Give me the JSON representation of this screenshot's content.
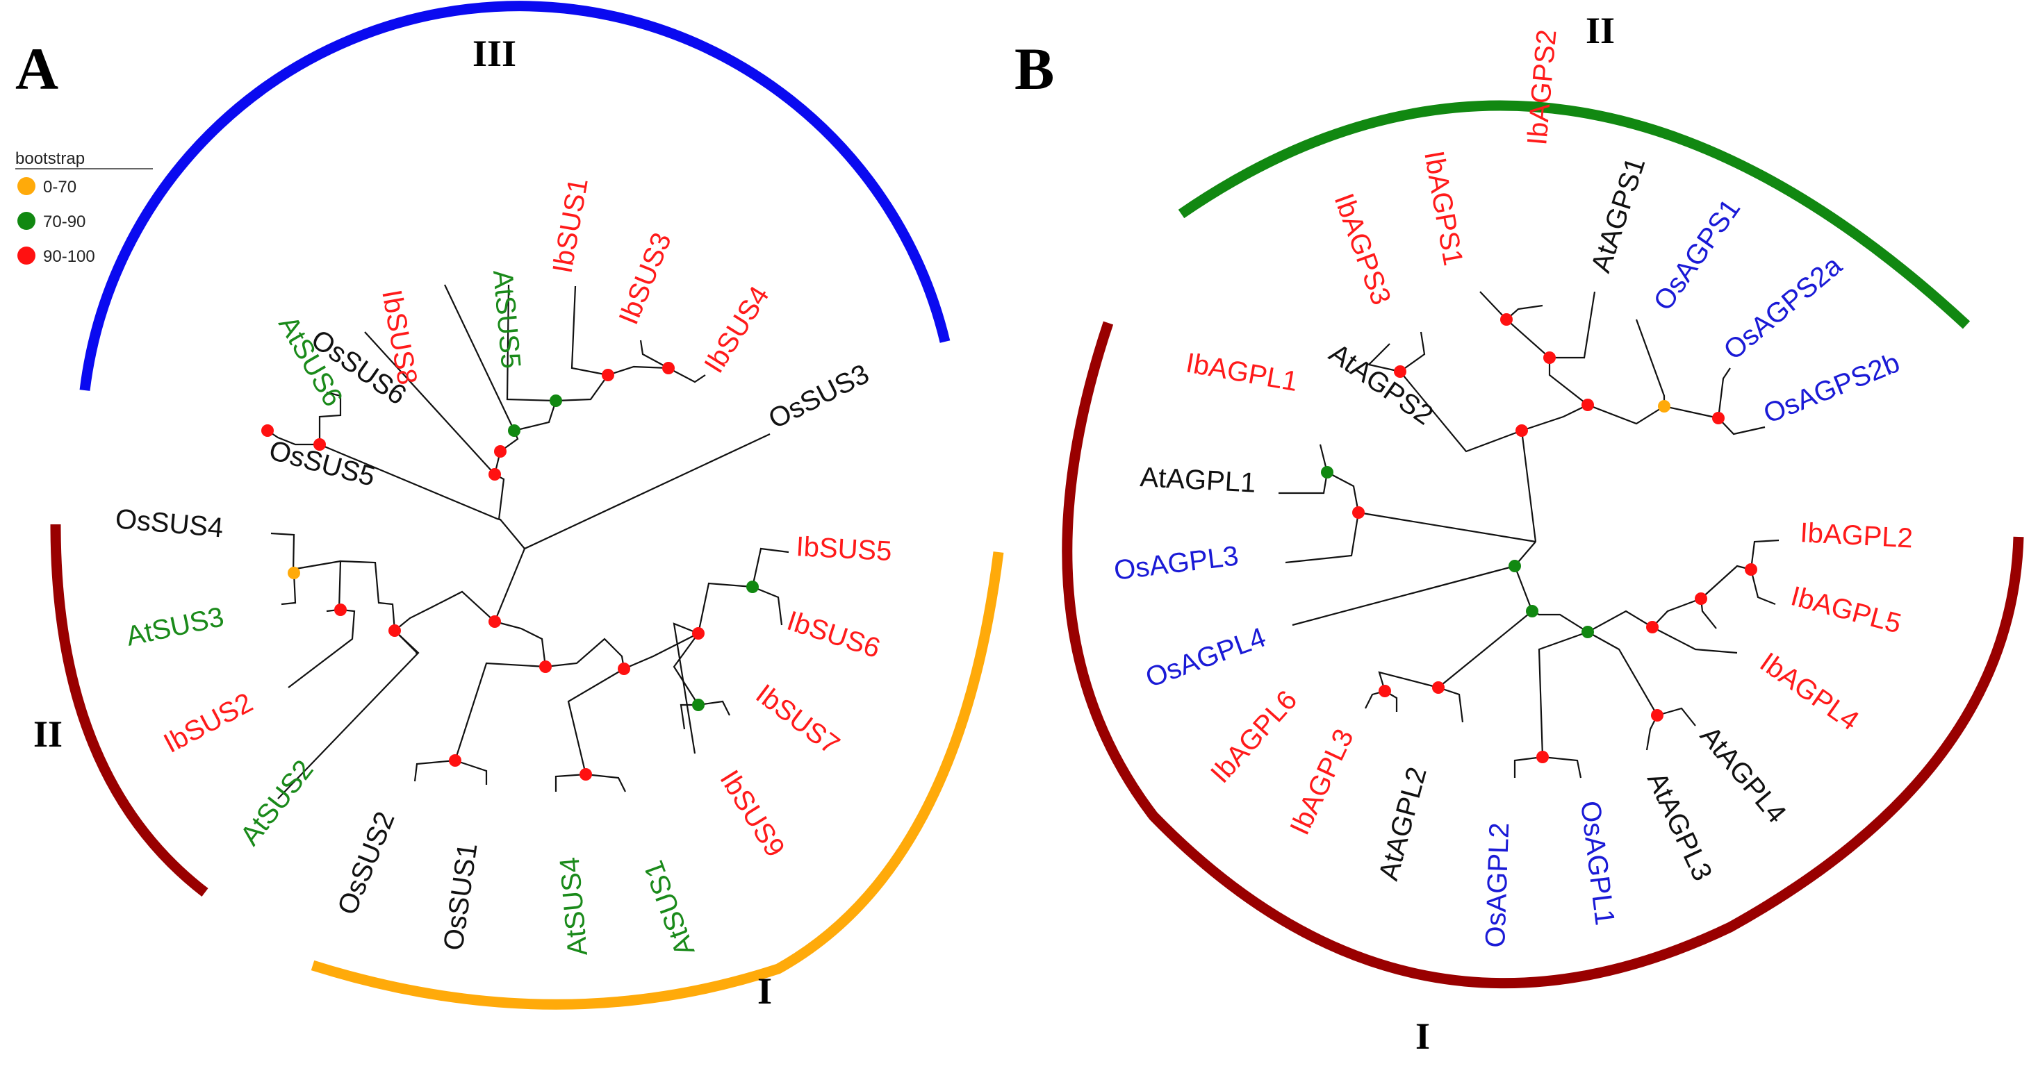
{
  "colors": {
    "ib": "#ff1a1a",
    "at_a": "#1a8a1a",
    "os_a": "#111111",
    "at_b": "#111111",
    "os_b": "#1a1ad6",
    "clade_blue": "#0a0af0",
    "clade_darkred": "#990000",
    "clade_orange": "#ffaa0a",
    "clade_green": "#118811",
    "boot_low": "#ffaa0a",
    "boot_mid": "#118811",
    "boot_high": "#ff1111"
  },
  "legend": {
    "title": "bootstrap",
    "items": [
      {
        "label": "0-70",
        "color": "#ffaa0a"
      },
      {
        "label": "70-90",
        "color": "#118811"
      },
      {
        "label": "90-100",
        "color": "#ff1111"
      }
    ]
  },
  "panel_a": {
    "letter": "A",
    "clades": {
      "I": "I",
      "II": "II",
      "III": "III"
    },
    "leaves": [
      {
        "label": "OsSUS6",
        "species": "Os"
      },
      {
        "label": "OsSUS5",
        "species": "Os"
      },
      {
        "label": "AtSUS6",
        "species": "At"
      },
      {
        "label": "IbSUS8",
        "species": "Ib"
      },
      {
        "label": "AtSUS5",
        "species": "At"
      },
      {
        "label": "IbSUS1",
        "species": "Ib"
      },
      {
        "label": "IbSUS3",
        "species": "Ib"
      },
      {
        "label": "IbSUS4",
        "species": "Ib"
      },
      {
        "label": "OsSUS3",
        "species": "Os"
      },
      {
        "label": "OsSUS4",
        "species": "Os"
      },
      {
        "label": "AtSUS3",
        "species": "At"
      },
      {
        "label": "IbSUS2",
        "species": "Ib"
      },
      {
        "label": "AtSUS2",
        "species": "At"
      },
      {
        "label": "OsSUS2",
        "species": "Os"
      },
      {
        "label": "OsSUS1",
        "species": "Os"
      },
      {
        "label": "AtSUS4",
        "species": "At"
      },
      {
        "label": "AtSUS1",
        "species": "At"
      },
      {
        "label": "IbSUS9",
        "species": "Ib"
      },
      {
        "label": "IbSUS7",
        "species": "Ib"
      },
      {
        "label": "IbSUS6",
        "species": "Ib"
      },
      {
        "label": "IbSUS5",
        "species": "Ib"
      }
    ]
  },
  "panel_b": {
    "letter": "B",
    "clades": {
      "I": "I",
      "II": "II"
    },
    "leaves": [
      {
        "label": "AtAGPS2",
        "species": "At"
      },
      {
        "label": "IbAGPS3",
        "species": "Ib"
      },
      {
        "label": "IbAGPS1",
        "species": "Ib"
      },
      {
        "label": "IbAGPS2",
        "species": "Ib"
      },
      {
        "label": "AtAGPS1",
        "species": "At"
      },
      {
        "label": "OsAGPS1",
        "species": "Os"
      },
      {
        "label": "OsAGPS2a",
        "species": "Os"
      },
      {
        "label": "OsAGPS2b",
        "species": "Os"
      },
      {
        "label": "IbAGPL1",
        "species": "Ib"
      },
      {
        "label": "AtAGPL1",
        "species": "At"
      },
      {
        "label": "OsAGPL3",
        "species": "Os"
      },
      {
        "label": "OsAGPL4",
        "species": "Os"
      },
      {
        "label": "IbAGPL6",
        "species": "Ib"
      },
      {
        "label": "IbAGPL3",
        "species": "Ib"
      },
      {
        "label": "AtAGPL2",
        "species": "At"
      },
      {
        "label": "OsAGPL2",
        "species": "Os"
      },
      {
        "label": "OsAGPL1",
        "species": "Os"
      },
      {
        "label": "AtAGPL3",
        "species": "At"
      },
      {
        "label": "AtAGPL4",
        "species": "At"
      },
      {
        "label": "IbAGPL4",
        "species": "Ib"
      },
      {
        "label": "IbAGPL5",
        "species": "Ib"
      },
      {
        "label": "IbAGPL2",
        "species": "Ib"
      }
    ]
  }
}
